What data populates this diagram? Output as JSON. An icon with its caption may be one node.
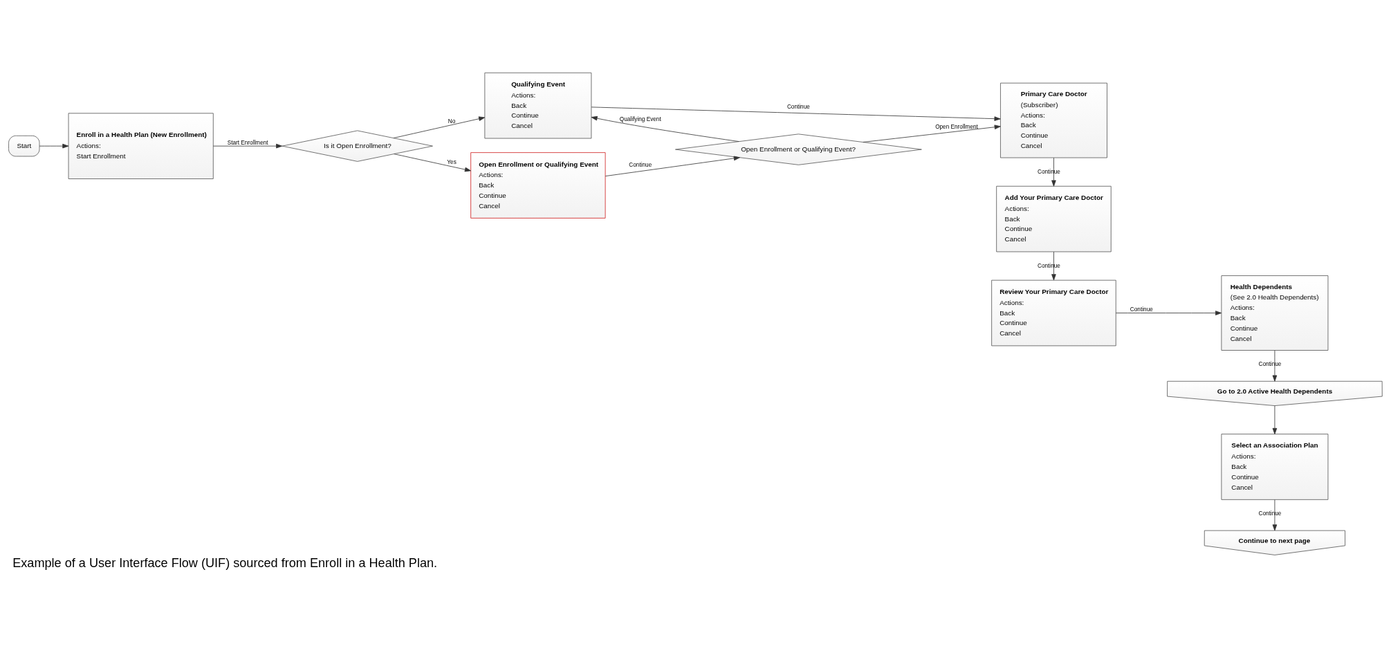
{
  "diagram": {
    "caption": "Example of a User Interface Flow (UIF) sourced from Enroll in a Health Plan.",
    "nodes": [
      {
        "text": [
          "Start"
        ]
      },
      {
        "text": [
          "Enroll in a Health Plan (New Enrollment)",
          "Actions:",
          "Start Enrollment"
        ]
      },
      {
        "text": [
          "Is it Open Enrollment?"
        ]
      },
      {
        "text": [
          "Qualifying Event",
          "Actions:",
          "Back",
          "Continue",
          "Cancel"
        ]
      },
      {
        "text": [
          "Open Enrollment or Qualifying Event",
          "Actions:",
          "Back",
          "Continue",
          "Cancel"
        ]
      },
      {
        "text": [
          "Open Enrollment or Qualifying Event?"
        ]
      },
      {
        "text": [
          "Primary Care Doctor",
          "(Subscriber)",
          "Actions:",
          "Back",
          "Continue",
          "Cancel"
        ]
      },
      {
        "text": [
          "Add Your Primary Care Doctor",
          "Actions:",
          "Back",
          "Continue",
          "Cancel"
        ]
      },
      {
        "text": [
          "Review Your Primary Care Doctor",
          "Actions:",
          "Back",
          "Continue",
          "Cancel"
        ]
      },
      {
        "text": [
          "Health Dependents",
          "(See 2.0 Health Dependents)",
          "Actions:",
          "Back",
          "Continue",
          "Cancel"
        ]
      },
      {
        "text": [
          "Go to 2.0 Active Health Dependents"
        ]
      },
      {
        "text": [
          "Select an Association Plan",
          "Actions:",
          "Back",
          "Continue",
          "Cancel"
        ]
      },
      {
        "text": [
          "Continue to next page"
        ]
      }
    ],
    "edges": [
      {
        "from": 0,
        "to": 1,
        "arrow": "to"
      },
      {
        "from": 1,
        "to": 2,
        "arrow": "to",
        "label": "Start Enrollment"
      },
      {
        "from": 2,
        "to": 3,
        "arrow": "to",
        "label": "No"
      },
      {
        "from": 2,
        "to": 4,
        "arrow": "to",
        "label": "Yes"
      },
      {
        "from": 4,
        "to": 5,
        "arrow": "to",
        "label": "Continue"
      },
      {
        "from": 5,
        "to": 3,
        "arrow": "to",
        "label": "Qualifying Event"
      },
      {
        "from": 5,
        "to": 6,
        "arrow": "to",
        "label": "Open Enrollment"
      },
      {
        "from": 3,
        "to": 6,
        "arrow": "to",
        "label": "Continue"
      },
      {
        "from": 6,
        "to": 7,
        "arrow": "to",
        "label": "Continue"
      },
      {
        "from": 7,
        "to": 8,
        "arrow": "to",
        "label": "Continue"
      },
      {
        "from": 8,
        "to": 9,
        "arrow": "to",
        "label": "Continue"
      },
      {
        "from": 9,
        "to": 10,
        "arrow": "to",
        "label": "Continue"
      },
      {
        "from": 10,
        "to": 11,
        "arrow": "to"
      },
      {
        "from": 11,
        "to": 12,
        "arrow": "to",
        "label": "Continue"
      }
    ]
  }
}
